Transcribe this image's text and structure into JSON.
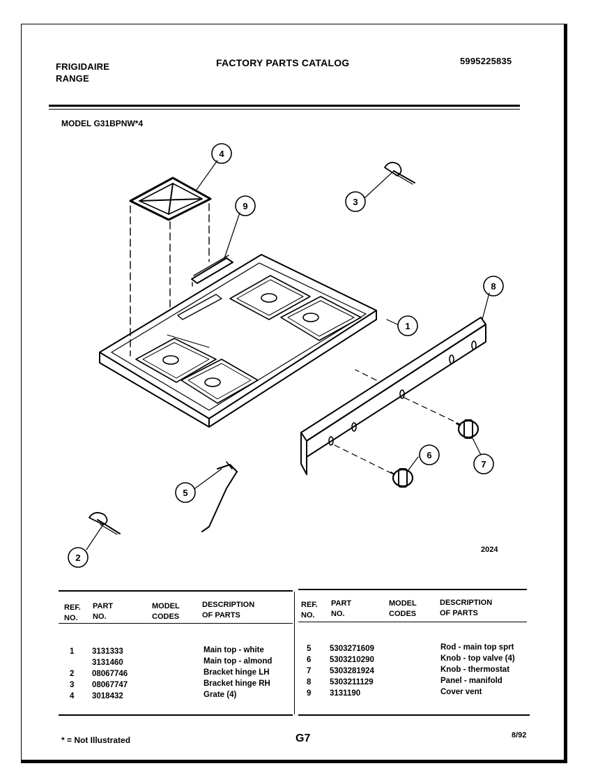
{
  "header": {
    "brand": "FRIGIDAIRE",
    "product": "RANGE",
    "catalog_title": "FACTORY PARTS CATALOG",
    "catalog_number": "5995225835",
    "model": "MODEL G31BPNW*4"
  },
  "diagram": {
    "figure_number": "2024",
    "callouts": [
      "1",
      "2",
      "3",
      "4",
      "5",
      "6",
      "7",
      "8",
      "9"
    ]
  },
  "table": {
    "headers": {
      "ref": "REF.",
      "no": "NO.",
      "part": "PART",
      "part_no": "NO.",
      "model": "MODEL",
      "codes": "CODES",
      "description": "DESCRIPTION",
      "of_parts": "OF PARTS"
    },
    "left_rows": [
      {
        "ref": "1",
        "part": "3131333",
        "desc": "Main top - white"
      },
      {
        "ref": "",
        "part": "3131460",
        "desc": "Main top - almond"
      },
      {
        "ref": "2",
        "part": "08067746",
        "desc": "Bracket hinge LH"
      },
      {
        "ref": "3",
        "part": "08067747",
        "desc": "Bracket hinge RH"
      },
      {
        "ref": "4",
        "part": "3018432",
        "desc": "Grate (4)"
      }
    ],
    "right_rows": [
      {
        "ref": "5",
        "part": "5303271609",
        "desc": "Rod - main top sprt"
      },
      {
        "ref": "6",
        "part": "5303210290",
        "desc": "Knob - top valve (4)"
      },
      {
        "ref": "7",
        "part": "5303281924",
        "desc": "Knob - thermostat"
      },
      {
        "ref": "8",
        "part": "5303211129",
        "desc": "Panel - manifold"
      },
      {
        "ref": "9",
        "part": "3131190",
        "desc": "Cover vent"
      }
    ]
  },
  "footer": {
    "note": "* = Not Illustrated",
    "page": "G7",
    "date": "8/92"
  }
}
